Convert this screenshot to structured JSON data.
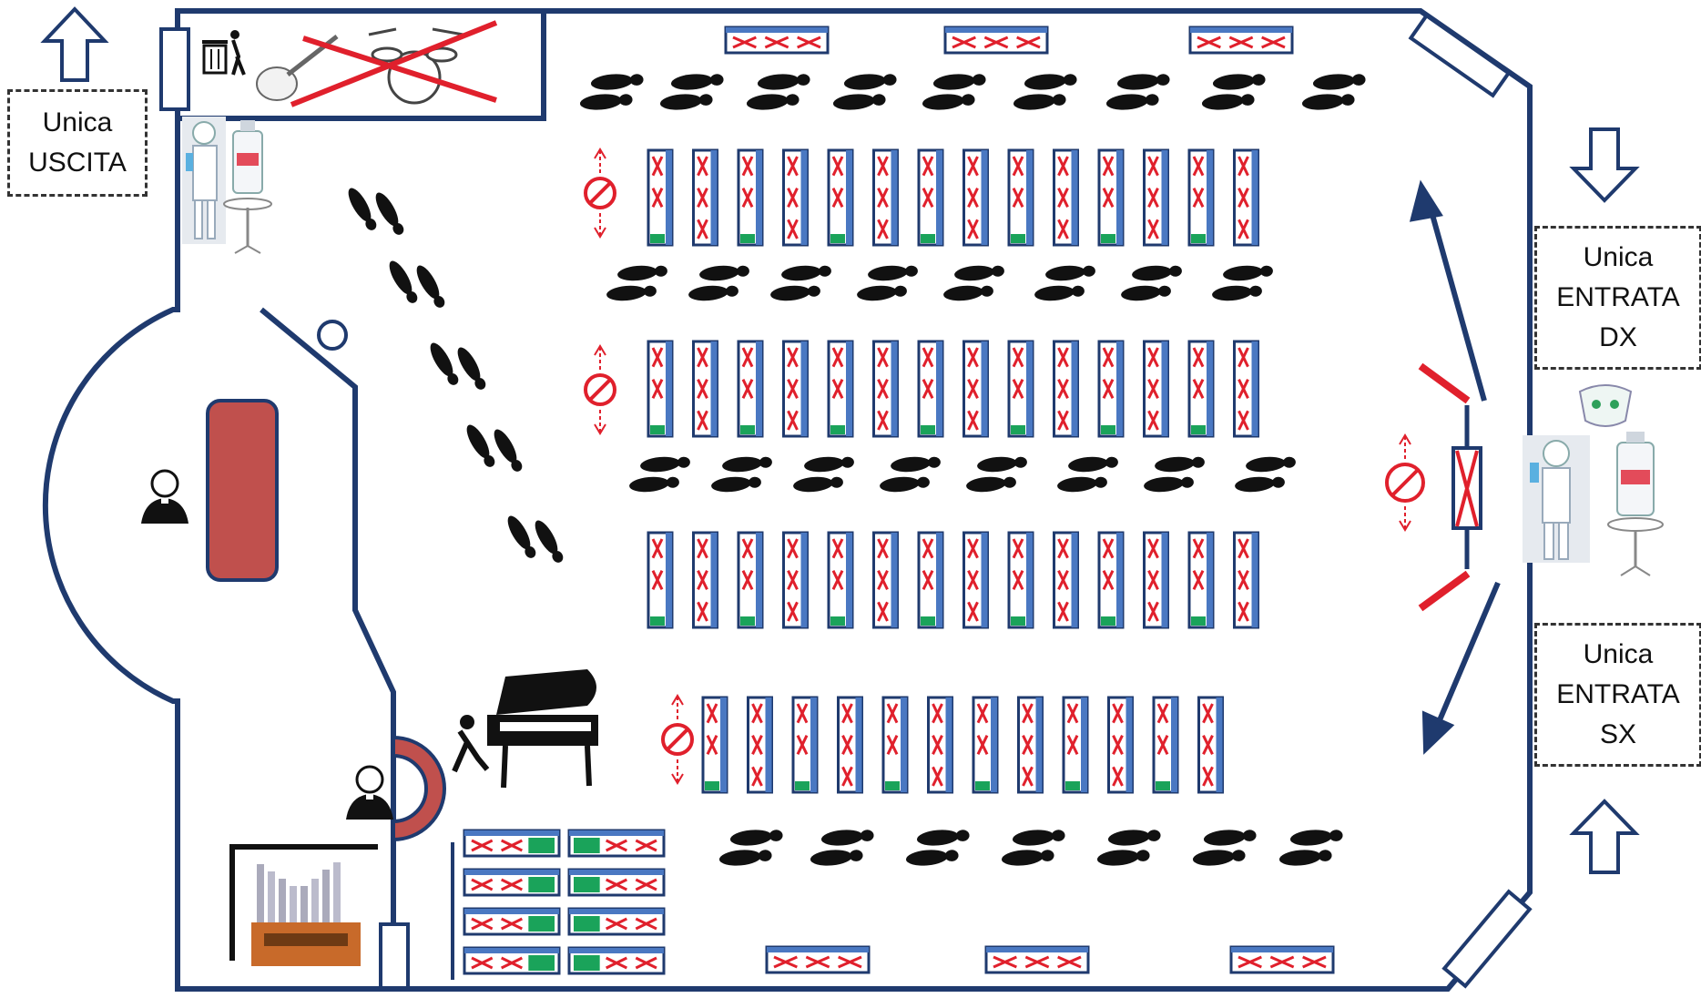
{
  "signs": {
    "exit": {
      "line1": "Unica",
      "line2": "USCITA"
    },
    "entrance_right": {
      "line1": "Unica",
      "line2": "ENTRATA",
      "line3": "DX"
    },
    "entrance_left": {
      "line1": "Unica",
      "line2": "ENTRATA",
      "line3": "SX"
    }
  },
  "colors": {
    "wall": "#1f3a6e",
    "pew_fill": "#4a78c2",
    "seat_ok": "#1aa35a",
    "seat_blocked": "#e0202c",
    "altar": "#c0504d",
    "arrow": "#1f3a6e",
    "footprint": "#111111"
  },
  "icons": [
    "exit-arrow-icon",
    "entry-arrow-icon",
    "trash-bin-icon",
    "guitar-icon",
    "drum-kit-icon",
    "forbidden-icon",
    "sanitizer-bottle-icon",
    "health-worker-icon",
    "priest-icon",
    "grand-piano-icon",
    "pipe-organ-icon",
    "footprints-icon",
    "no-entry-icon"
  ]
}
